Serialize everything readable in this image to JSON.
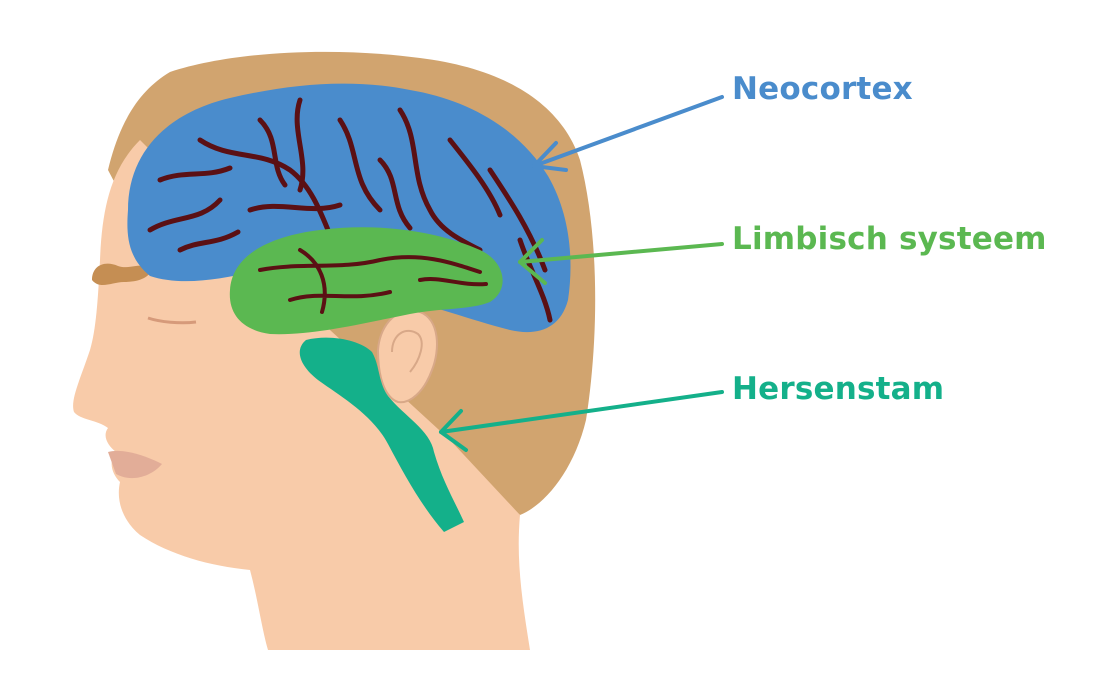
{
  "colors": {
    "background": "#ffffff",
    "skin": "#f8cba9",
    "skin_shadow": "#e9b190",
    "hair": "#d1a46f",
    "eyebrow": "#c58e53",
    "lips": "#e2ad98",
    "neocortex": "#4a8ccc",
    "sulci": "#5b1014",
    "limbic": "#5bb851",
    "brainstem": "#14b08a"
  },
  "labels": [
    {
      "id": "neocortex",
      "text": "Neocortex",
      "color": "#4a8ccc",
      "icon": "arrow-icon"
    },
    {
      "id": "limbic",
      "text": "Limbisch systeem",
      "color": "#5bb851",
      "icon": "arrow-icon"
    },
    {
      "id": "brainstem",
      "text": "Hersenstam",
      "color": "#14b08a",
      "icon": "arrow-icon"
    }
  ]
}
